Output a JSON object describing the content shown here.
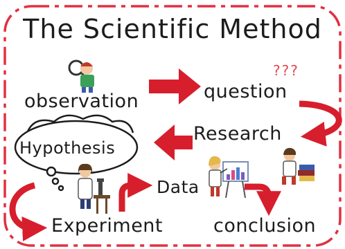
{
  "title": "The Scientific Method",
  "steps": {
    "observation": "observation",
    "question": "question",
    "research": "Research",
    "hypothesis": "Hypothesis",
    "experiment": "Experiment",
    "data": "Data",
    "conclusion": "conclusion"
  },
  "question_marks": "???",
  "colors": {
    "arrow": "#d71e2d",
    "border": "#e03040",
    "text": "#1c1c1c",
    "marks": "#e2474f"
  },
  "icons": [
    "observer-with-magnifier-icon",
    "scientist-at-microscope-icon",
    "presenter-at-chart-icon",
    "scientist-with-books-icon"
  ]
}
